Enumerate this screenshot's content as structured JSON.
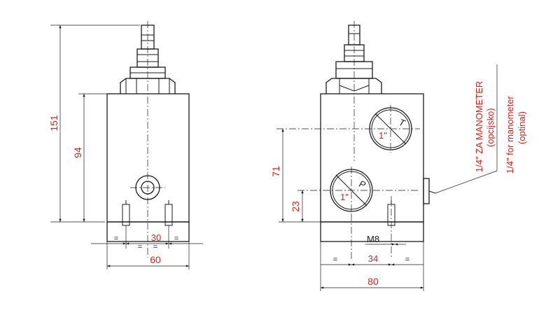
{
  "dimensions": {
    "height_total": "151",
    "height_body": "94",
    "port_spacing": "30",
    "width_left": "60",
    "height_t_port": "71",
    "height_p_port": "23",
    "port_spacing_right": "34",
    "width_right": "80",
    "thread": "M8",
    "equal_sign": "="
  },
  "ports": {
    "t_label": "T",
    "p_label": "P",
    "t_size": "1\"",
    "p_size": "1\""
  },
  "manometer": {
    "line1": "1/4\" ZA MANOMETER",
    "line2": "(opcijsko)",
    "line3": "1/4\" for manometer",
    "line4": "(optinal)"
  },
  "colors": {
    "dimension_text": "#d2231e",
    "lines": "#1a1a1a"
  }
}
